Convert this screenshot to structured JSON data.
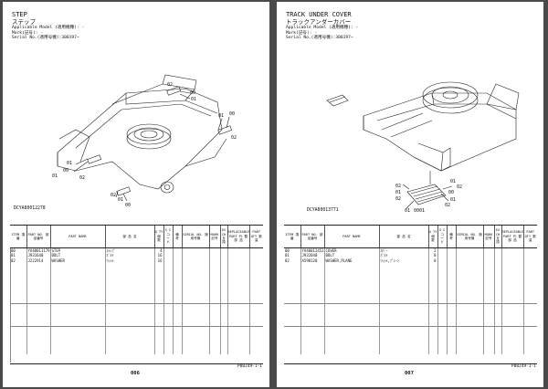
{
  "left_page": {
    "title_en": "STEP",
    "title_jp": "ステップ",
    "applicable_model": "Applicable Model (適用機種): -",
    "mark": "Mark(記号): -",
    "serial": "Serial No.(適用号機):300197~",
    "drawing_code": "DCYA80012278",
    "callouts": [
      "00",
      "01",
      "02",
      "01",
      "00",
      "02",
      "01",
      "00",
      "01",
      "02",
      "01",
      "00",
      "02",
      "00",
      "02"
    ],
    "rows": [
      {
        "item": "00",
        "part_no": "YA40011179",
        "name": "STEP",
        "jp": "ｽﾃｯﾌﾟ",
        "qty": "4"
      },
      {
        "item": "01",
        "part_no": "J931640",
        "name": "BOLT",
        "jp": "ﾎﾞﾙﾄ",
        "qty": "16"
      },
      {
        "item": "02",
        "part_no": "J222914",
        "name": "WASHER",
        "jp": "ﾜｯｼｬ",
        "qty": "16"
      }
    ],
    "page_number": "006",
    "page_ref": "P00J49-1-1"
  },
  "right_page": {
    "title_en": "TRACK UNDER COVER",
    "title_jp": "トラックアンダーカバー",
    "applicable_model": "Applicable Model (適用機種): -",
    "mark": "Mark(記号): -",
    "serial": "Serial No.(適用号機):300197~",
    "drawing_code": "DCYA80013771",
    "callouts": [
      "01",
      "02",
      "00",
      "02",
      "01",
      "02",
      "01",
      "00",
      "02",
      "01",
      "01"
    ],
    "rows": [
      {
        "item": "00",
        "part_no": "YA40012452",
        "name": "COVER",
        "jp": "ｶﾊﾞｰ",
        "qty": "2"
      },
      {
        "item": "01",
        "part_no": "J932040",
        "name": "BOLT",
        "jp": "ﾎﾞﾙﾄ",
        "qty": "8"
      },
      {
        "item": "02",
        "part_no": "A590120",
        "name": "WASHER,PLANE",
        "jp": "ﾜｯｼｬ,ﾌﾟﾚｰﾝ",
        "qty": "8"
      }
    ],
    "page_number": "007",
    "page_ref": "P00J49-1-1"
  },
  "table_headers": {
    "item": "ITEM 項 番",
    "part_no": "PART NO. 部品番号",
    "part_name": "PART NAME",
    "jp_name": "部 品 名",
    "qty": "Q TY 個 数",
    "sc": "S C コ ー ド",
    "remarks": "備 考",
    "serial": "SERIAL NO. 適用号機",
    "mark": "MARK 記号",
    "ex": "EX CH 互 換",
    "replaceable": "REPLACEABLE PART 代 替 部 品",
    "rep_qty": "PART QTY 数量"
  }
}
